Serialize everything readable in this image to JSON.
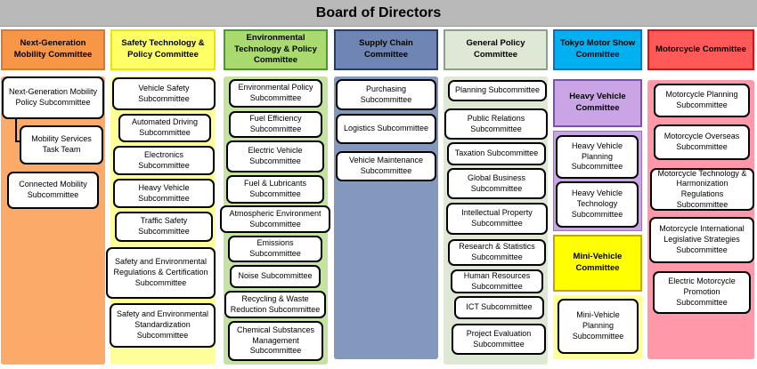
{
  "board": "Board of Directors",
  "columns": [
    {
      "key": "ng",
      "title": "Next-Generation Mobility Committee",
      "items": [
        "Next-Generation Mobility Policy Subcommittee",
        "Mobility Services Task Team",
        "Connected Mobility Subcommittee"
      ]
    },
    {
      "key": "st",
      "title": "Safety Technology & Policy Committee",
      "items": [
        "Vehicle Safety Subcommittee",
        "Automated Driving Subcommittee",
        "Electronics Subcommittee",
        "Heavy Vehicle Subcommittee",
        "Traffic Safety Subcommittee",
        "Safety and Environmental Regulations & Certification Subcommittee",
        "Safety and Environmental Standardization Subcommittee"
      ]
    },
    {
      "key": "et",
      "title": "Environmental Technology & Policy Committee",
      "items": [
        "Environmental Policy Subcommittee",
        "Fuel Efficiency Subcommittee",
        "Electric Vehicle Subcommittee",
        "Fuel & Lubricants Subcommittee",
        "Atmospheric Environment Subcommittee",
        "Emissions Subcommittee",
        "Noise Subcommittee",
        "Recycling & Waste Reduction Subcommittee",
        "Chemical Substances Management Subcommittee"
      ]
    },
    {
      "key": "sc",
      "title": "Supply Chain Committee",
      "items": [
        "Purchasing Subcommittee",
        "Logistics Subcommittee",
        "Vehicle Maintenance Subcommittee"
      ]
    },
    {
      "key": "gp",
      "title": "General Policy Committee",
      "items": [
        "Planning Subcommittee",
        "Public Relations Subcommittee",
        "Taxation Subcommittee",
        "Global Business Subcommittee",
        "Intellectual Property Subcommittee",
        "Research & Statistics Subcommittee",
        "Human Resources Subcommittee",
        "ICT Subcommittee",
        "Project Evaluation Subcommittee"
      ]
    },
    {
      "key": "tm",
      "title": "Tokyo Motor Show Committee",
      "sub1": "Heavy Vehicle Committee",
      "sub1_items": [
        "Heavy Vehicle Planning Subcommittee",
        "Heavy Vehicle Technology Subcommittee"
      ],
      "sub2": "Mini-Vehicle Committee",
      "sub2_items": [
        "Mini-Vehicle Planning Subcommittee"
      ]
    },
    {
      "key": "mc",
      "title": "Motorcycle Committee",
      "items": [
        "Motorcycle Planning Subcommittee",
        "Motorcycle Overseas Subcommittee",
        "Motorcycle Technology & Harmonization Regulations Subcommittee",
        "Motorcycle International Legislative Strategies Subcommittee",
        "Electric Motorcycle Promotion Subcommittee"
      ]
    }
  ],
  "colors": {
    "ng_head": "#f79646",
    "ng_body": "#fbaa6a",
    "st_head": "#ffff66",
    "st_body": "#ffff99",
    "et_head": "#a9d96f",
    "et_body": "#c4e3a1",
    "sc_head": "#6f86b5",
    "sc_body": "#8497bd",
    "gp_head": "#dfe8d5",
    "gp_body": "#dfe8d5",
    "tm_head": "#00b0f0",
    "heavy": "#c9a5e6",
    "mini": "#ffff00",
    "mc_head": "#ff5959",
    "mc_body": "#ff99aa"
  }
}
